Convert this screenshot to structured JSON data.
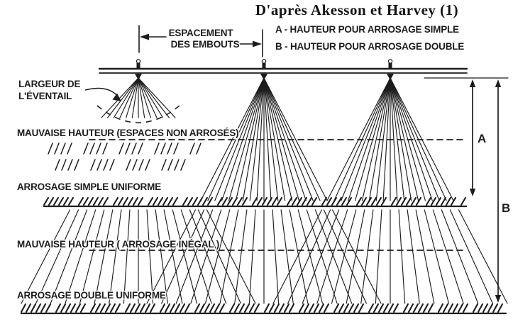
{
  "title": "D'après Akesson et Harvey (1)",
  "legend": {
    "a": "A - HAUTEUR POUR ARROSAGE SIMPLE",
    "b": "B - HAUTEUR POUR ARROSAGE DOUBLE"
  },
  "labels": {
    "espacement_line1": "ESPACEMENT",
    "espacement_line2": "DES EMBOUTS",
    "largeur_line1": "LARGEUR DE",
    "largeur_line2": "L'ÉVENTAIL",
    "mauvaise_simple": "MAUVAISE HAUTEUR (ESPACES NON ARROSÉS)",
    "arrosage_simple": "ARROSAGE SIMPLE UNIFORME",
    "mauvaise_double": "MAUVAISE HAUTEUR ( ARROSAGE INÉGAL )",
    "arrosage_double": "ARROSAGE DOUBLE UNIFORME",
    "dim_a": "A",
    "dim_b": "B"
  },
  "colors": {
    "ink": "#1c1c1c",
    "paper": "#ffffff"
  }
}
